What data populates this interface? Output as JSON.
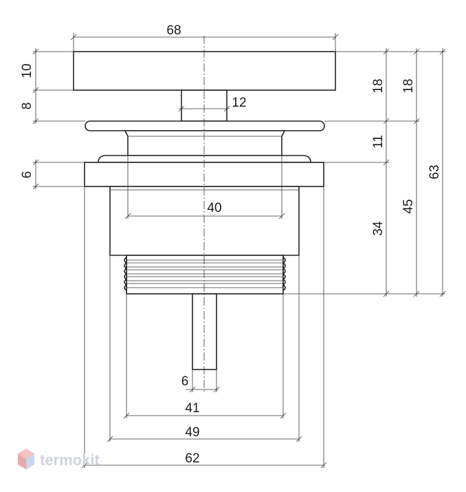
{
  "dimensions": {
    "top_width": "68",
    "cap_height": "10",
    "stem_height": "8",
    "stem_width": "12",
    "flange_height": "6",
    "right_upper": "18",
    "right_upper_outer": "18",
    "right_gap": "11",
    "right_body": "34",
    "right_mid_total": "45",
    "right_total": "63",
    "inner_diameter": "40",
    "pin_width": "6",
    "thread_diameter": "41",
    "body_diameter": "49",
    "flange_diameter": "62"
  },
  "watermark": {
    "text": "termokit"
  }
}
